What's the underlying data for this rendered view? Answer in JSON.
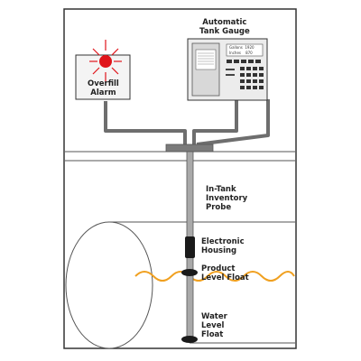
{
  "labels": {
    "atg": "Automatic\nTank Gauge",
    "alarm": "Overfill\nAlarm",
    "probe": "In-Tank\nInventory\nProbe",
    "housing": "Electronic\nHousing",
    "product": "Product\nLevel Float",
    "water": "Water\nLevel\nFloat"
  },
  "console_screen": {
    "line1": "Gallons  1920",
    "line2": "Inches    870"
  },
  "colors": {
    "alarm_light": "#e0141a",
    "alarm_rays": "#e0141a",
    "conduit": "#707070",
    "fuel_surface": "#f0a020",
    "frame": "#333333"
  },
  "icons": {
    "alarm_light": "red-warning-light",
    "keypad": "keypad-buttons"
  }
}
